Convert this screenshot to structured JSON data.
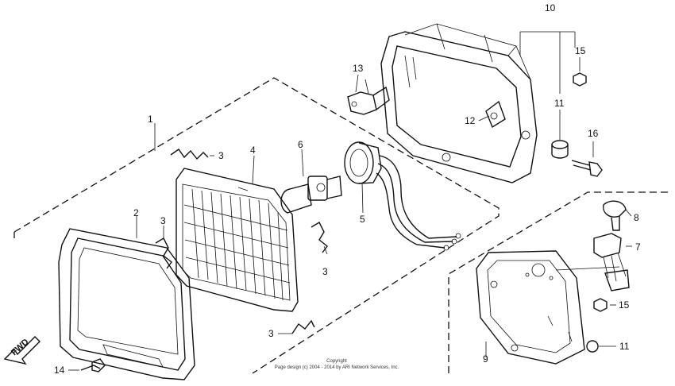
{
  "diagram": {
    "callouts": {
      "c1": "1",
      "c2": "2",
      "c3a": "3",
      "c3b": "3",
      "c3c": "3",
      "c3d": "3",
      "c4": "4",
      "c5": "5",
      "c6": "6",
      "c7": "7",
      "c8": "8",
      "c9": "9",
      "c10": "10",
      "c11a": "11",
      "c11b": "11",
      "c12": "12",
      "c13": "13",
      "c14": "14",
      "c15a": "15",
      "c15b": "15",
      "c16": "16"
    },
    "fwd_label": "FWD",
    "copyright": {
      "line1": "Copyright",
      "line2": "Page design (c) 2004 - 2014 by ARI Network Services, Inc."
    }
  }
}
